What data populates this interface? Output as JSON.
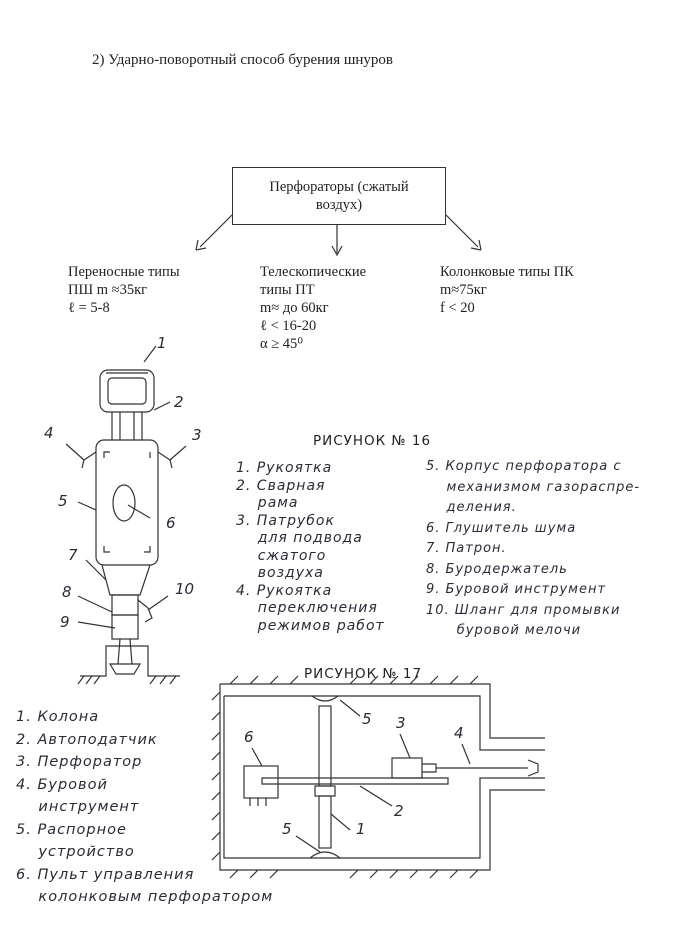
{
  "title": "2)  Ударно-поворотный способ бурения шнуров",
  "box_text": "Перфораторы (сжатый воздух)",
  "types": {
    "portable": "Переносные типы\nПШ m ≈35кг\nℓ = 5-8",
    "telescopic": "Телескопические\nтипы ПТ\nm≈ до 60кг\nℓ < 16-20\nα ≥ 45⁰",
    "column": "Колонковые типы ПК\nm≈75кг\nf < 20"
  },
  "figure16": {
    "caption": "РИСУНОК  № 16",
    "legend_left": "1. Рукоятка\n2. Сварная\n    рама\n3. Патрубок\n    для подвода\n    сжатого\n    воздуха\n4. Рукоятка\n    переключения\n    режимов работ",
    "legend_right": "5. Корпус перфоратора с\n    механизмом газораспре-\n    деления.\n6. Глушитель шума\n7. Патрон.\n8. Буродержатель\n9. Буровой инструмент\n10. Шланг для промывки\n      буровой мелочи",
    "labels": [
      "1",
      "2",
      "3",
      "4",
      "5",
      "6",
      "7",
      "8",
      "9",
      "10"
    ]
  },
  "figure17": {
    "caption": "РИСУНОК  № 17",
    "legend": "1. Колона\n2. Автоподатчик\n3. Перфоратор\n4. Буровой\n    инструмент\n5. Распорное\n    устройство\n6. Пульт управления\n    колонковым перфоратором",
    "labels": [
      "1",
      "2",
      "3",
      "4",
      "5",
      "5",
      "6"
    ]
  }
}
